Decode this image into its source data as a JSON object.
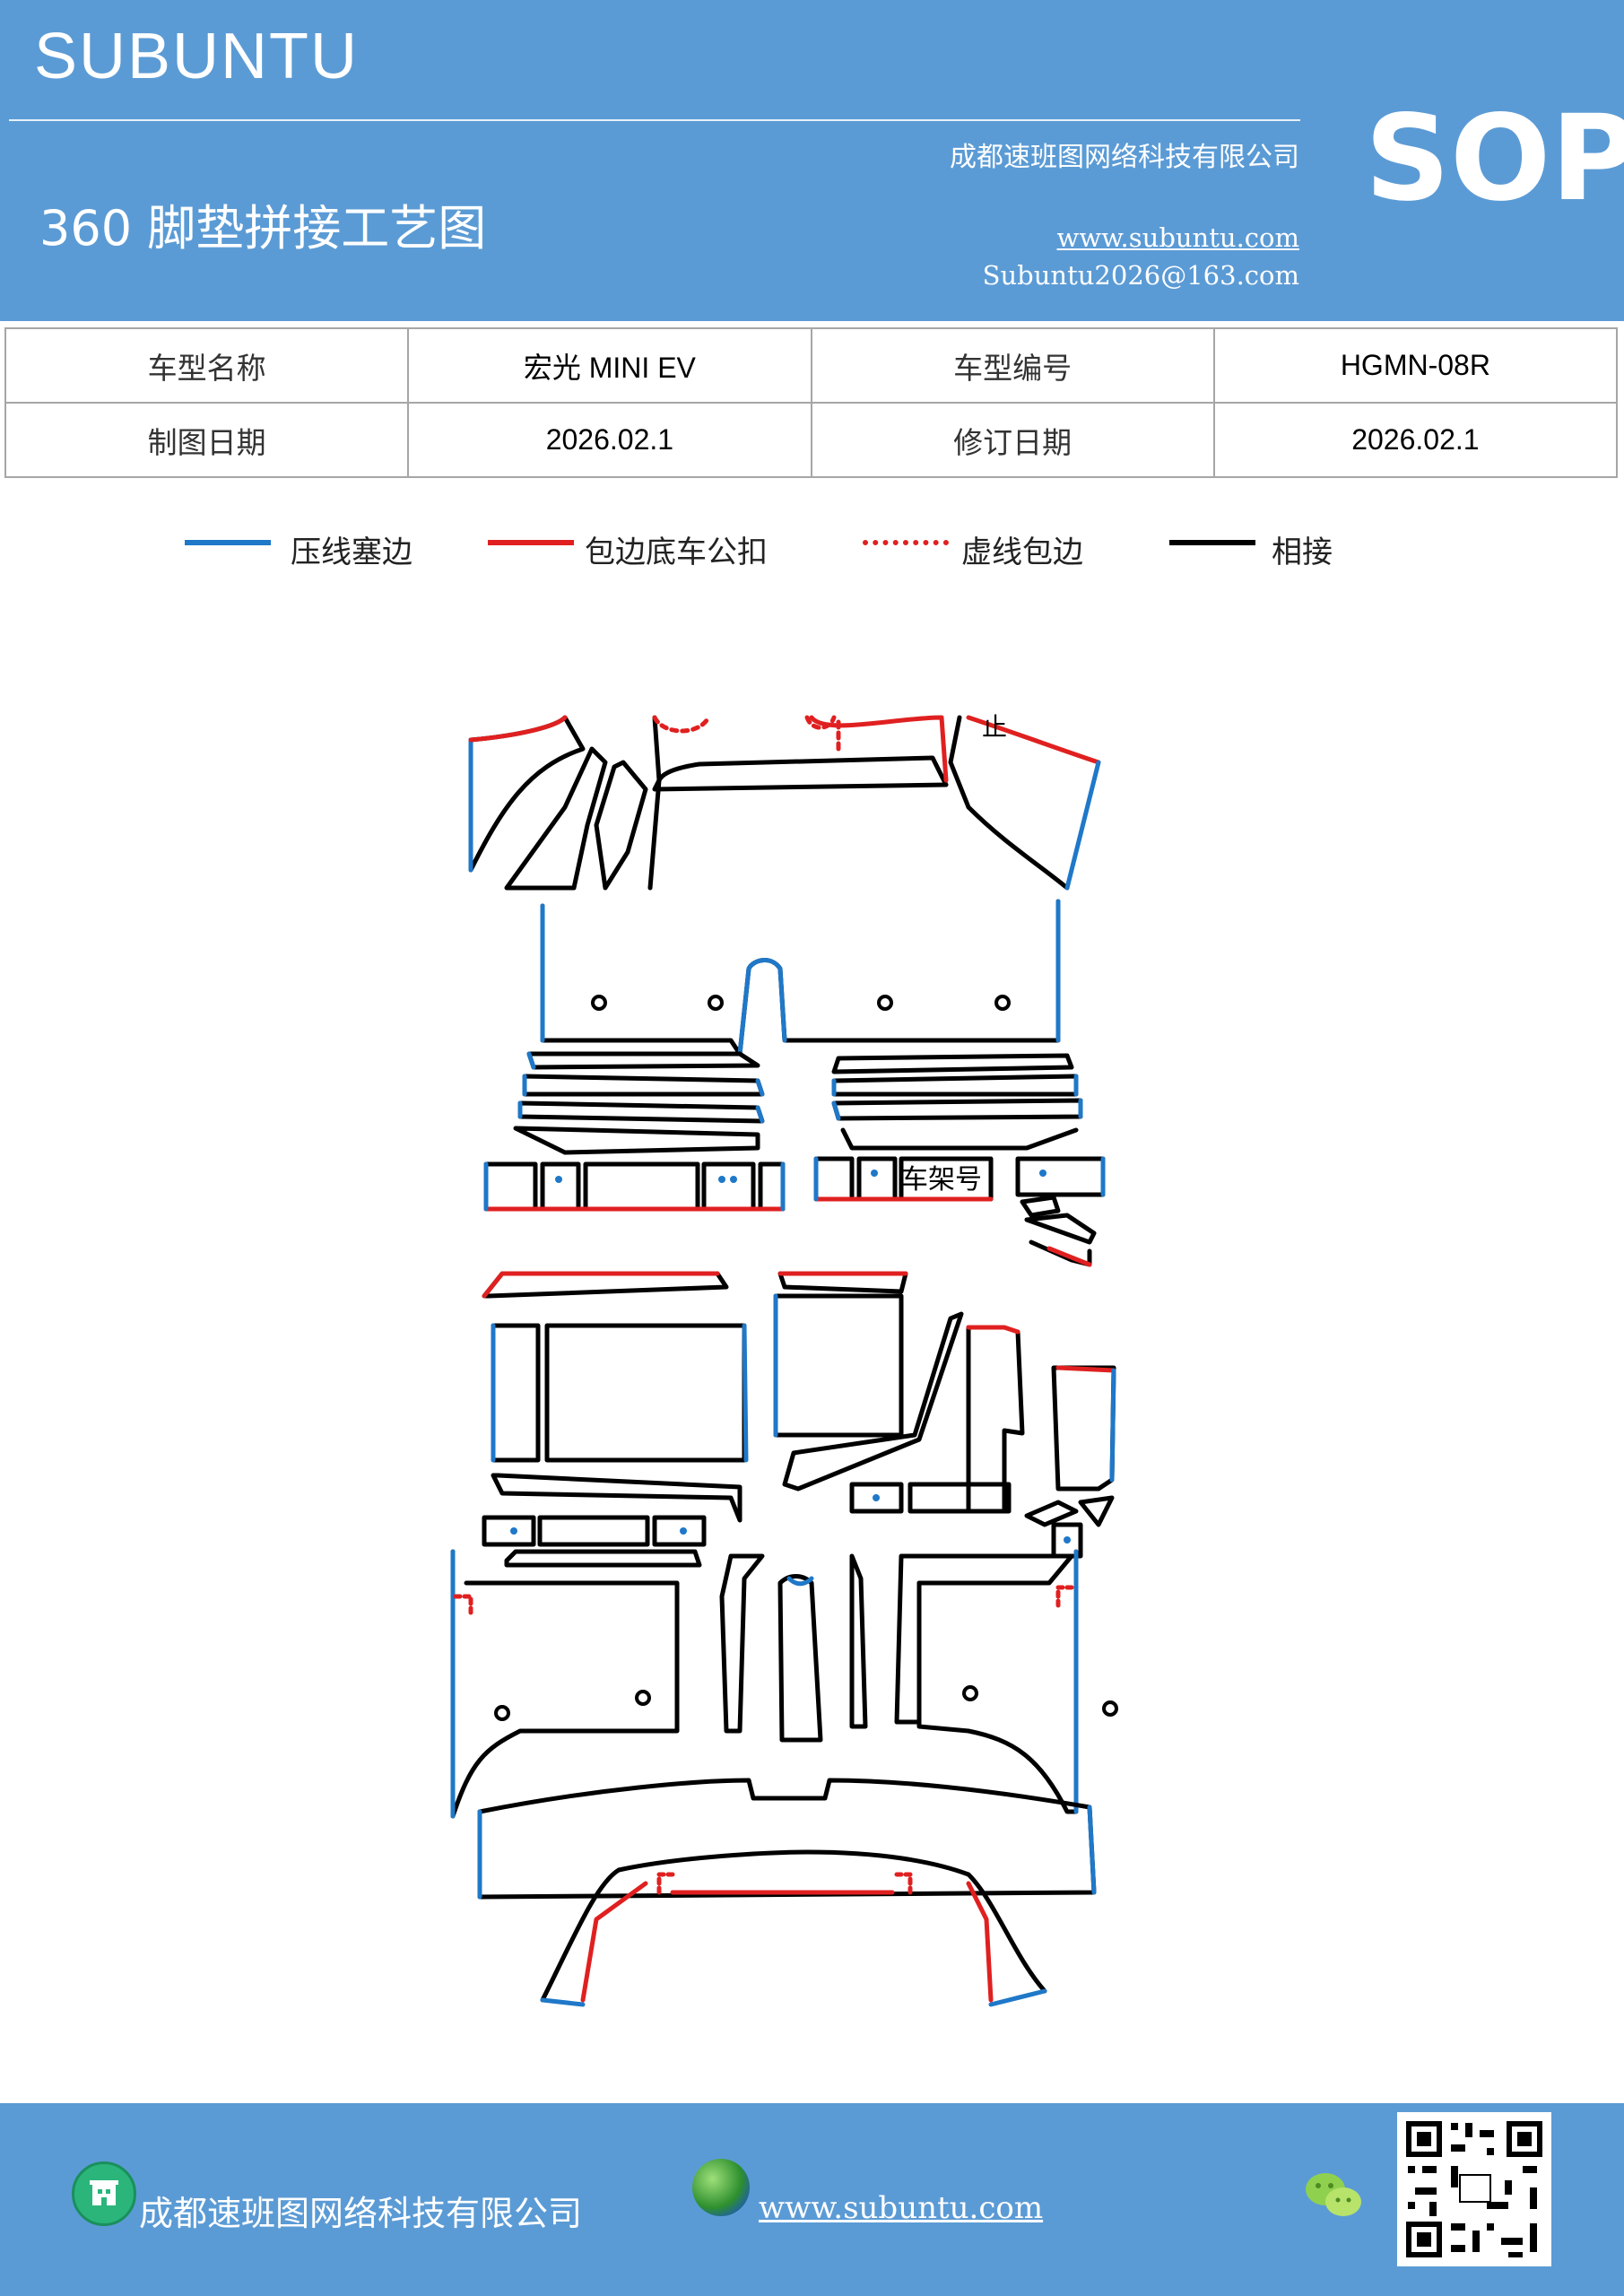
{
  "header": {
    "brand": "SUBUNTU",
    "title": "360 脚垫拼接工艺图",
    "company": "成都速班图网络科技有限公司",
    "website": "www.subuntu.com",
    "email": "Subuntu2026@163.com",
    "badge": "SOP",
    "background_color": "#5b9bd5"
  },
  "info": {
    "model_name_label": "车型名称",
    "model_name_value": "宏光 MINI  EV",
    "model_code_label": "车型编号",
    "model_code_value": "HGMN-08R",
    "drawing_date_label": "制图日期",
    "drawing_date_value": "2026.02.1",
    "revision_date_label": "修订日期",
    "revision_date_value": "2026.02.1"
  },
  "legend": [
    {
      "label": "压线塞边",
      "color": "#1f78c8",
      "style": "solid"
    },
    {
      "label": "包边底车公扣",
      "color": "#e02020",
      "style": "solid"
    },
    {
      "label": "虚线包边",
      "color": "#e02020",
      "style": "dotted"
    },
    {
      "label": "相接",
      "color": "#000000",
      "style": "solid"
    }
  ],
  "diagram": {
    "labels": {
      "frame_number": "车架号",
      "top_mark": "止"
    }
  },
  "footer": {
    "company": "成都速班图网络科技有限公司",
    "website": "www.subuntu.com ",
    "icons": [
      "building-icon",
      "globe-icon",
      "wechat-icon",
      "qr-code"
    ]
  }
}
